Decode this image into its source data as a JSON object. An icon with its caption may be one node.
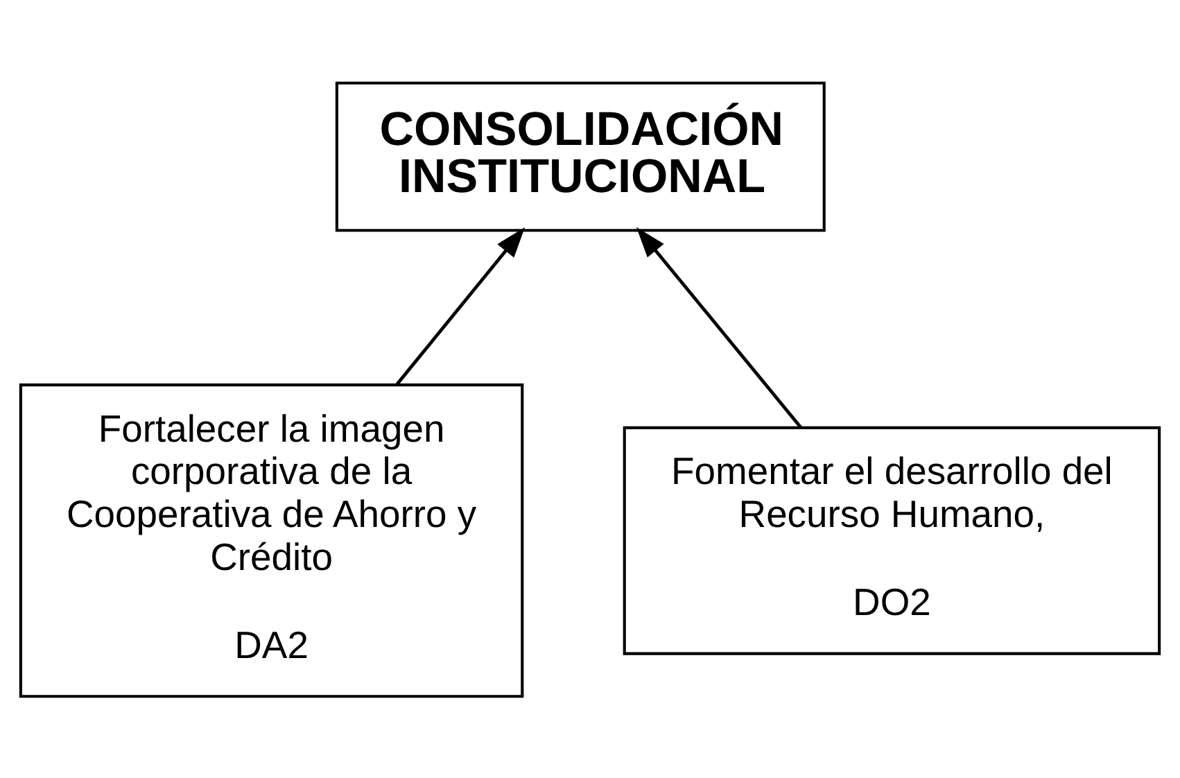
{
  "diagram": {
    "nodes": [
      {
        "text": [
          "CONSOLIDACIÓN INSTITUCIONAL"
        ]
      },
      {
        "text": [
          "Fortalecer la imagen corporativa de la Cooperativa de Ahorro y Crédito",
          "DA2"
        ]
      },
      {
        "text": [
          "Fomentar el desarrollo del Recurso Humano,",
          "DO2"
        ]
      }
    ],
    "edges": [
      {
        "from": 1,
        "to": 0,
        "arrow": "to"
      },
      {
        "from": 2,
        "to": 0,
        "arrow": "to"
      }
    ]
  }
}
